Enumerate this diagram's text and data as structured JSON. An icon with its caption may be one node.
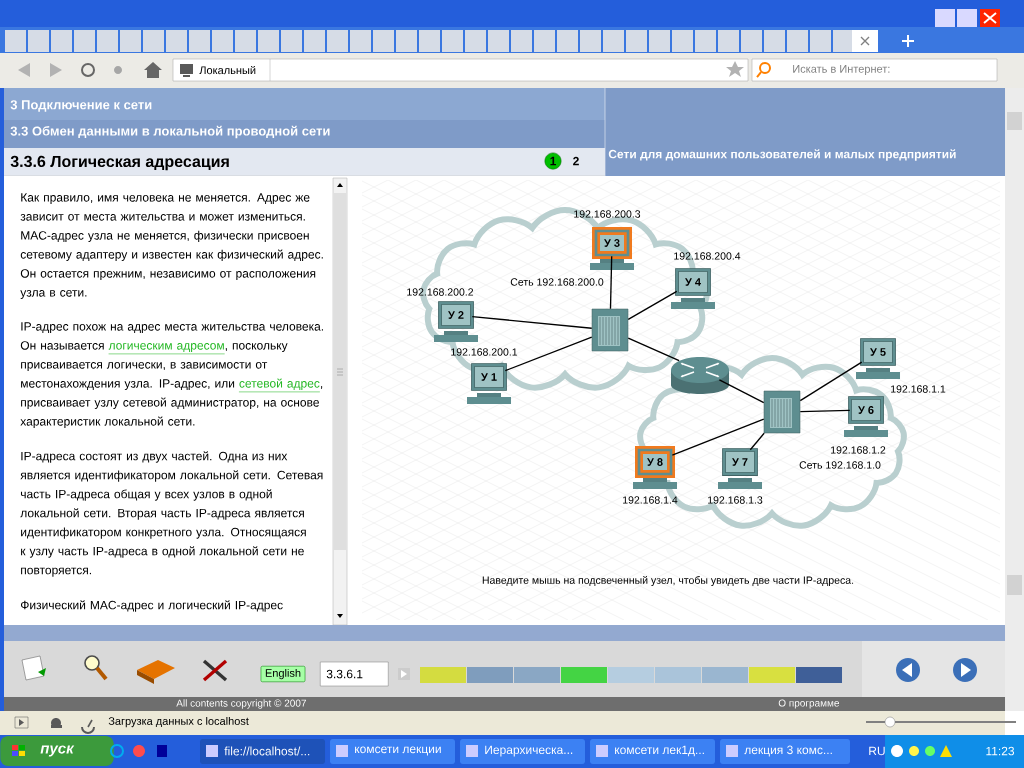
{
  "diagram": {
    "caption": "Наведите мышь на подсвеченный узел, чтобы увидеть две части IP-адреса.",
    "nodes": [
      {
        "text": [
          "Сеть 192.168.200.0"
        ]
      },
      {
        "text": [
          "У 3"
        ],
        "beside": [
          "192.168.200.3"
        ],
        "in": 0
      },
      {
        "text": [
          "У 4"
        ],
        "beside": [
          "192.168.200.4"
        ],
        "in": 0
      },
      {
        "text": [
          "У 2"
        ],
        "beside": [
          "192.168.200.2"
        ],
        "in": 0
      },
      {
        "text": [
          "У 1"
        ],
        "beside": [
          "192.168.200.1"
        ],
        "in": 0
      },
      {
        "text": [],
        "shape": "box",
        "in": 0
      },
      {
        "text": [],
        "shape": "cylinder"
      },
      {
        "text": [
          "Сеть 192.168.1.0"
        ]
      },
      {
        "text": [
          "У 5"
        ],
        "beside": [
          "192.168.1.1"
        ],
        "in": 7
      },
      {
        "text": [
          "У 6"
        ],
        "beside": [
          "192.168.1.2"
        ],
        "in": 7
      },
      {
        "text": [],
        "shape": "box",
        "in": 7
      },
      {
        "text": [
          "У 8"
        ],
        "beside": [
          "192.168.1.4"
        ],
        "in": 7
      },
      {
        "text": [
          "У 7"
        ],
        "beside": [
          "192.168.1.3"
        ],
        "in": 7
      }
    ],
    "edges": [
      {
        "from": 5,
        "to": 1,
        "arrow": "none"
      },
      {
        "from": 5,
        "to": 2,
        "arrow": "none"
      },
      {
        "from": 5,
        "to": 3,
        "arrow": "none"
      },
      {
        "from": 5,
        "to": 4,
        "arrow": "none"
      },
      {
        "from": 5,
        "to": 6,
        "arrow": "none"
      },
      {
        "from": 6,
        "to": 10,
        "arrow": "none"
      },
      {
        "from": 10,
        "to": 8,
        "arrow": "none"
      },
      {
        "from": 10,
        "to": 9,
        "arrow": "none"
      },
      {
        "from": 10,
        "to": 12,
        "arrow": "none"
      },
      {
        "from": 10,
        "to": 11,
        "arrow": "none"
      }
    ],
    "labels": [
      "Локальный",
      "Искать в Интернет:",
      "3 Подключение к сети",
      "3.3 Обмен данными в локальной проводной сети",
      "Сети для домашних пользователей и малых предприятий",
      "3.3.6 Логическая адресация",
      "1",
      "2",
      "Как правило, имя человека не меняется. Адрес же зависит от места жительства и может измениться. MAC-адрес узла не меняется, физически присвоен сетевому адаптеру и известен как физический адрес. Он остается прежним, независимо от расположения узла в сети.",
      "IP-адрес похож на адрес места жительства человека. Он называется",
      "логическим адресом",
      ", поскольку присваивается логически, в зависимости от местонахождения узла. IP-адрес, или",
      "сетевой адрес",
      ", присваивает узлу сетевой администратор, на основе характеристик локальной сети.",
      "IP-адреса состоят из двух частей. Одна из них является идентификатором локальной сети. Сетевая часть IP-адреса общая у всех узлов в одной локальной сети. Вторая часть IP-адреса является идентификатором конкретного узла. Относящаяся к узлу часть IP-адреса в одной локальной сети не повторяется.",
      "Физический MAC-адрес и логический IP-адрес",
      "English",
      "3.3.6.1",
      "All contents copyright © 2007",
      "О программе",
      "Загрузка данных с localhost",
      "пуск",
      "file://localhost/...",
      "комсети лекции",
      "Иерархическа...",
      "комсети лек1д...",
      "лекция 3 комс...",
      "RU",
      "11:23"
    ]
  }
}
